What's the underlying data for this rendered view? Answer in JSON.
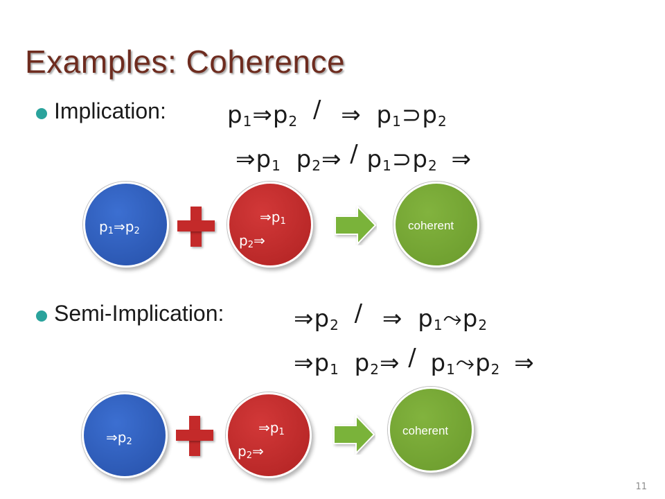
{
  "title": "Examples: Coherence",
  "implication": {
    "label": "Implication:",
    "line1": {
      "left_a": "p",
      "left_sub1": "1",
      "left_op": "⇒p",
      "left_sub2": "2",
      "slash": "/",
      "right_op": "⇒",
      "right_a": "p",
      "right_sub1": "1",
      "right_mid": "⊃p",
      "right_sub2": "2"
    },
    "line2": {
      "a_op": "⇒p",
      "a_sub": "1",
      "b": "p",
      "b_sub": "2",
      "b_op": "⇒",
      "slash": "/",
      "c": "p",
      "c_sub1": "1",
      "c_mid": "⊃p",
      "c_sub2": "2",
      "c_op": "⇒"
    },
    "circles": {
      "blue": {
        "a": "p",
        "sub1": "1",
        "op": "⇒p",
        "sub2": "2"
      },
      "red": {
        "line1_op": "⇒p",
        "line1_sub": "1",
        "line2": "p",
        "line2_sub": "2",
        "line2_op": "⇒"
      },
      "green": "coherent"
    }
  },
  "semi_implication": {
    "label": "Semi-Implication:",
    "line1": {
      "left_op": "⇒p",
      "left_sub": "2",
      "slash": "/",
      "right_op": "⇒",
      "right_a": "p",
      "right_sub1": "1",
      "right_mid": "⤳p",
      "right_sub2": "2"
    },
    "line2": {
      "a_op": "⇒p",
      "a_sub": "1",
      "b": "p",
      "b_sub": "2",
      "b_op": "⇒",
      "slash": "/",
      "c": "p",
      "c_sub1": "1",
      "c_mid": "⤳p",
      "c_sub2": "2",
      "c_op": "⇒"
    },
    "circles": {
      "blue": {
        "op": "⇒p",
        "sub": "2"
      },
      "red": {
        "line1_op": "⇒p",
        "line1_sub": "1",
        "line2": "p",
        "line2_sub": "2",
        "line2_op": "⇒"
      },
      "green": "coherent"
    }
  },
  "page_number": "11",
  "colors": {
    "title": "#6e2c1f",
    "bullet": "#2aa39c",
    "blue_circle": "#2d5bb8",
    "red_circle": "#c02a2a",
    "green_circle": "#76a836",
    "plus": "#c42a2a",
    "arrow": "#7ab33a"
  },
  "icons": [
    "plus-icon",
    "right-arrow-icon"
  ]
}
